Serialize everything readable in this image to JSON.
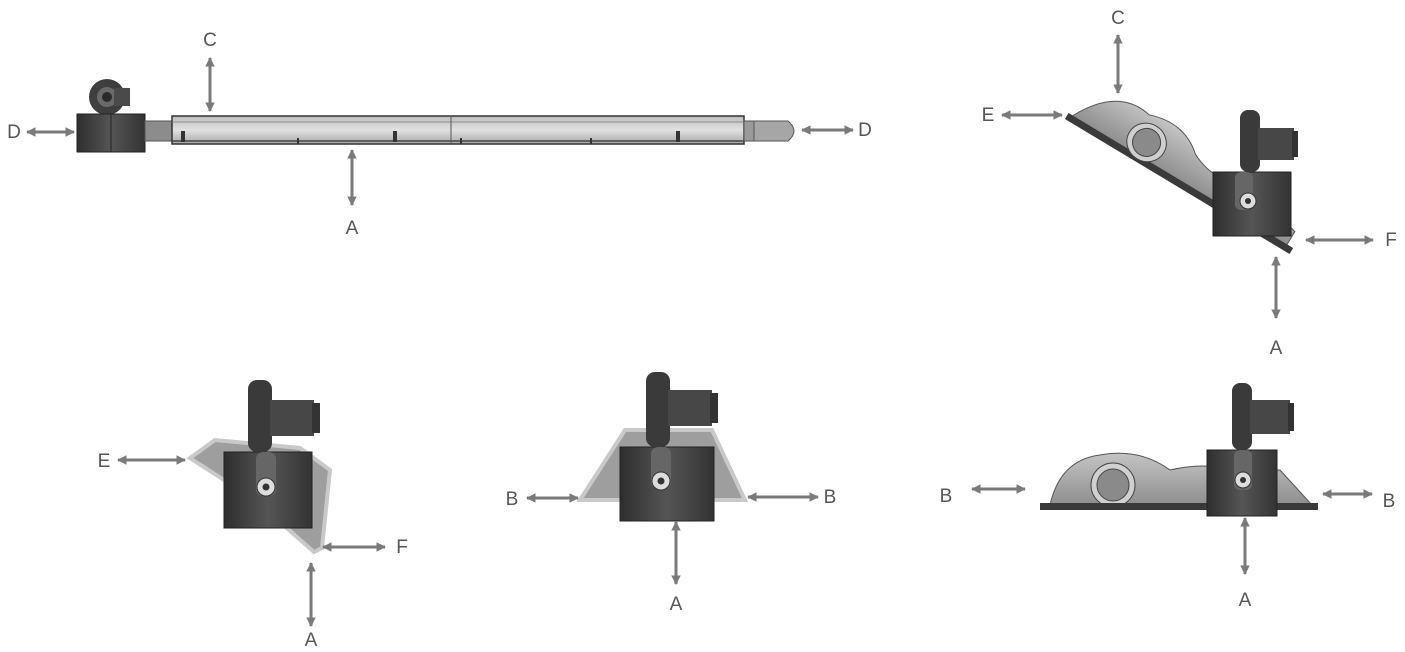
{
  "views": {
    "side_long": {
      "label_c": "C",
      "label_d_left": "D",
      "label_d_right": "D",
      "label_a": "A"
    },
    "angled_end": {
      "label_c": "C",
      "label_e": "E",
      "label_f": "F",
      "label_a": "A"
    },
    "end_tilted": {
      "label_e": "E",
      "label_f": "F",
      "label_a": "A"
    },
    "end_level": {
      "label_b_left": "B",
      "label_b_right": "B",
      "label_a": "A"
    },
    "side_level": {
      "label_b_left": "B",
      "label_b_right": "B",
      "label_a": "A"
    }
  },
  "colors": {
    "arrow": "#7a7a7a",
    "label": "#555555",
    "housing_dark": "#3c3c3c",
    "housing_mid": "#5a5a5a",
    "reflector": "#a9a9a9",
    "tube": "#d6d6d6",
    "frame": "#b3b3b3"
  }
}
